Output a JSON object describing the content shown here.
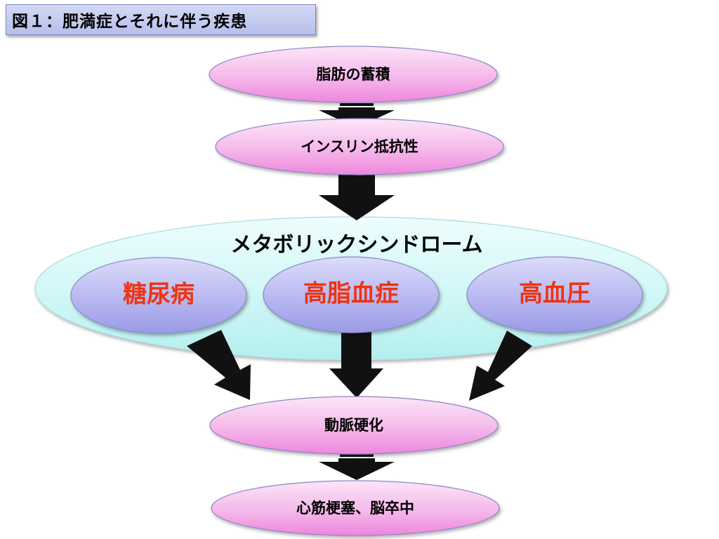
{
  "title": "図１：肥満症とそれに伴う疾患",
  "nodes": {
    "fat_accumulation": "脂肪の蓄積",
    "insulin_resistance": "インスリン抵抗性",
    "metabolic_syndrome": "メタボリックシンドローム",
    "diabetes": "糖尿病",
    "hyperlipidemia": "高脂血症",
    "hypertension": "高血圧",
    "arteriosclerosis": "動脈硬化",
    "cardio_cerebral": "心筋梗塞、脳卒中"
  },
  "colors": {
    "pink_node": "#f5a3e6",
    "blue_node": "#a9a9ef",
    "cyan_group": "#c9f6f6",
    "red_text": "#ee3311",
    "arrow": "#111111"
  }
}
